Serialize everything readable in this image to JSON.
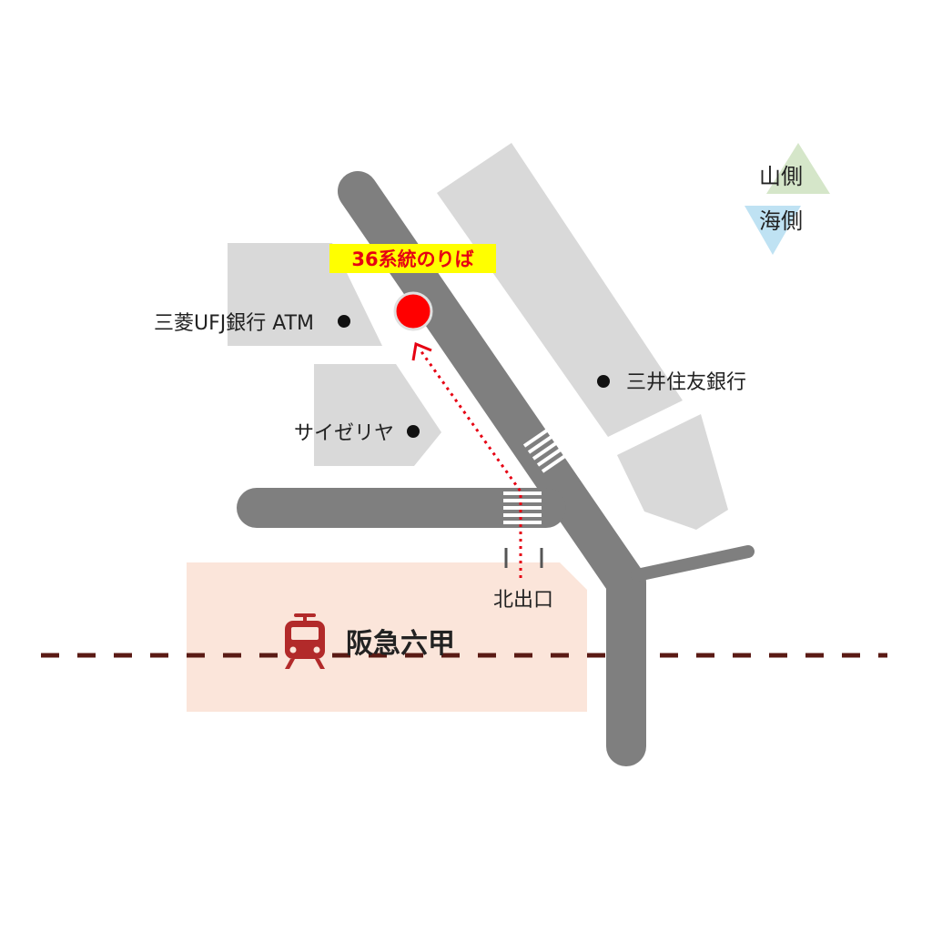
{
  "map": {
    "bus_stop": {
      "label": "36系統のりば",
      "marker_color": "#ff0000",
      "label_color": "#e60012",
      "label_background": "#ffff00"
    },
    "landmarks": [
      {
        "id": "mufg-atm",
        "label": "三菱UFJ銀行 ATM"
      },
      {
        "id": "smbc",
        "label": "三井住友銀行"
      },
      {
        "id": "saizeriya",
        "label": "サイゼリヤ"
      }
    ],
    "station": {
      "name": "阪急六甲",
      "icon": "train-icon",
      "exit_label": "北出口",
      "area_color": "#fbe5da",
      "icon_color": "#b22a2a"
    },
    "legend": {
      "mountain_side": "山側",
      "sea_side": "海側",
      "mountain_color": "#d5e6c9",
      "sea_color": "#bfe2f3"
    },
    "colors": {
      "road": "#7f7f7f",
      "block": "#d9d9d9",
      "railway": "#5a1a14",
      "route_arrow": "#e60012"
    }
  }
}
